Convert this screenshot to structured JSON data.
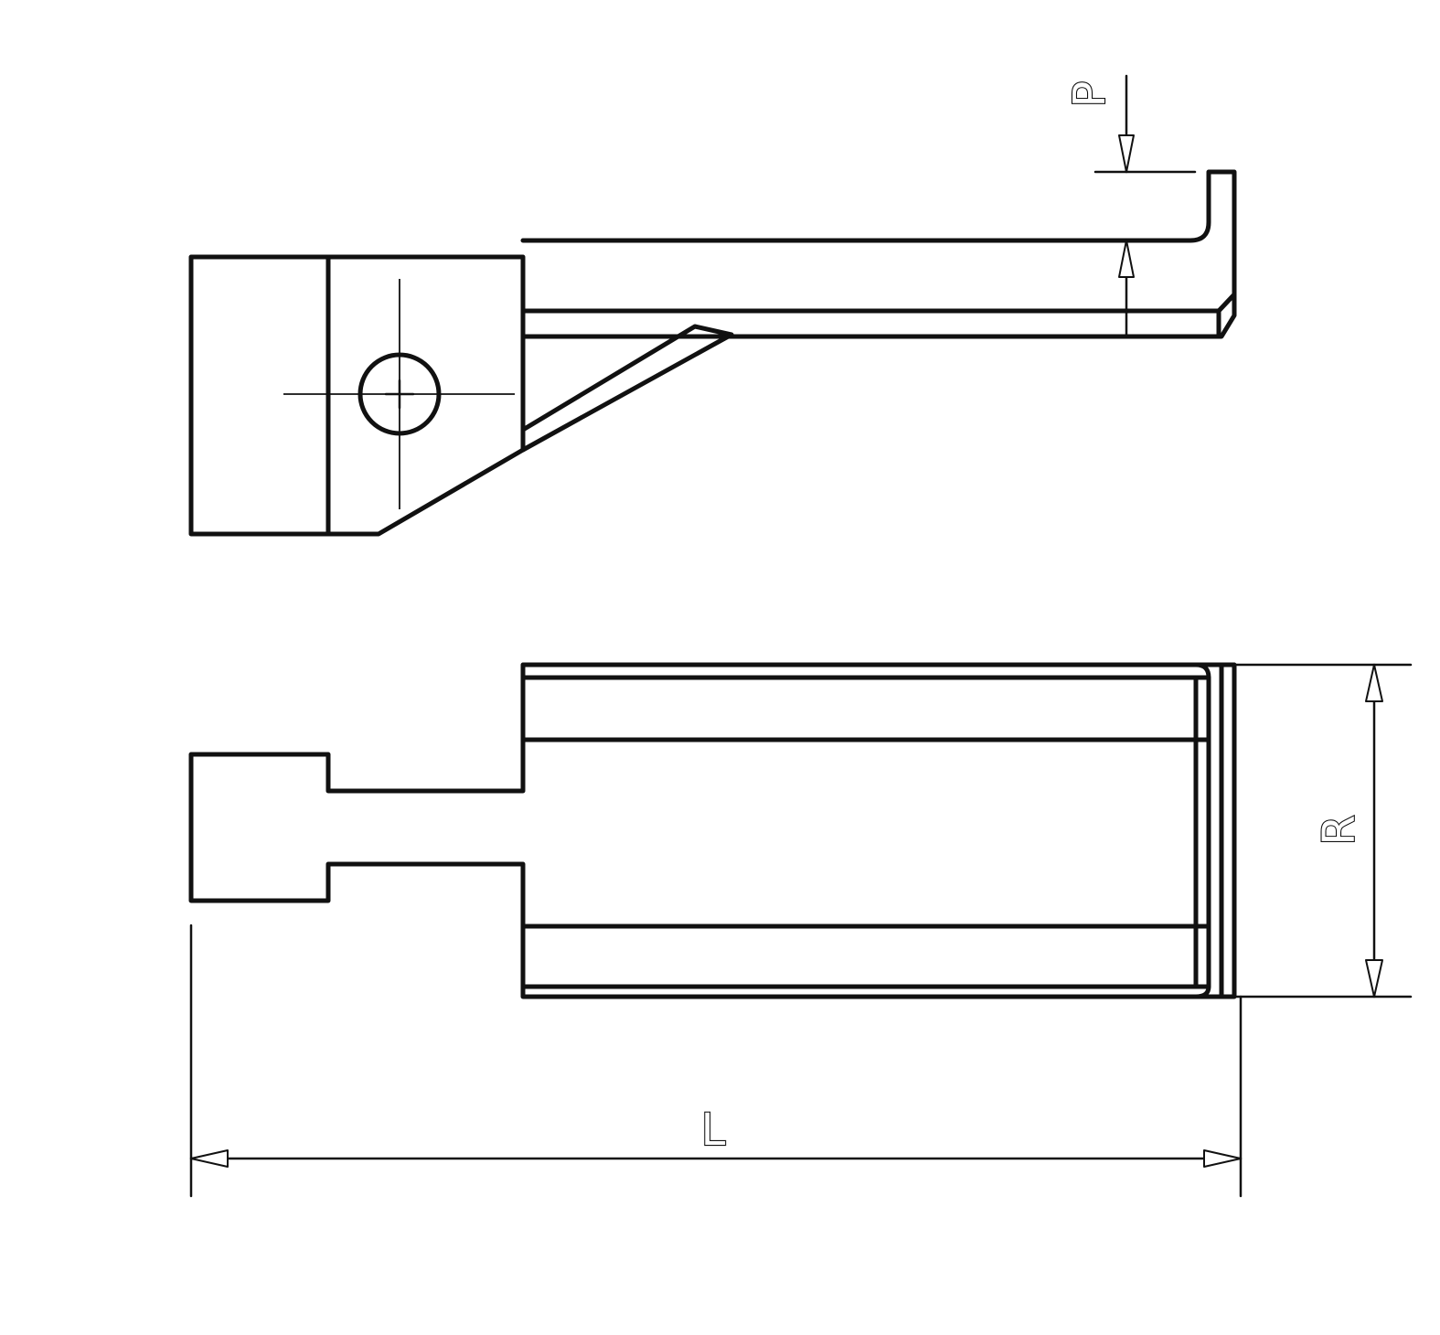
{
  "dimensions": {
    "p_label": "P",
    "r_label": "R",
    "l_label": "L"
  }
}
